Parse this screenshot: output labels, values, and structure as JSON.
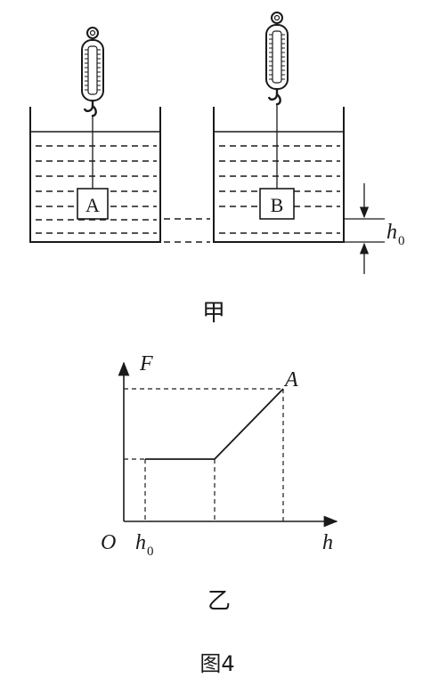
{
  "figure": {
    "caption": "图4"
  },
  "panel_jia": {
    "label": "甲",
    "block_a": "A",
    "block_b": "B",
    "height_var": "h",
    "height_sub": "0"
  },
  "panel_yi": {
    "label": "乙",
    "y_axis": "F",
    "x_axis": "h",
    "origin": "O",
    "tick_var": "h",
    "tick_sub": "0",
    "point_label": "A"
  }
}
